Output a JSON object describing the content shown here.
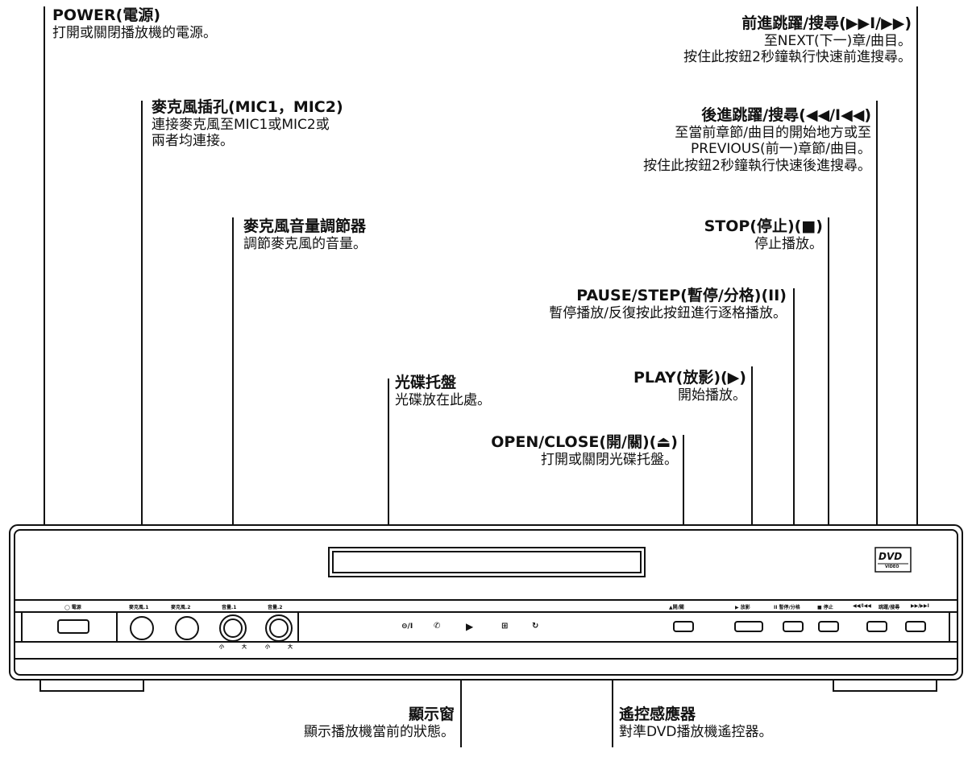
{
  "labels": {
    "power": {
      "title": "POWER(電源)",
      "desc": "打開或關閉播放機的電源。"
    },
    "mic_jack": {
      "title": "麥克風插孔(MIC1，MIC2)",
      "desc1": "連接麥克風至MIC1或MIC2或",
      "desc2": "兩者均連接。"
    },
    "mic_volume": {
      "title": "麥克風音量調節器",
      "desc": "調節麥克風的音量。"
    },
    "disc_tray": {
      "title": "光碟托盤",
      "desc": "光碟放在此處。"
    },
    "next": {
      "title": "前進跳躍/搜尋(▶▶I/▶▶)",
      "desc1": "至NEXT(下一)章/曲目。",
      "desc2": "按住此按鈕2秒鐘執行快速前進搜尋。"
    },
    "prev": {
      "title": "後進跳躍/搜尋(◀◀/I◀◀)",
      "desc1": "至當前章節/曲目的開始地方或至",
      "desc2": "PREVIOUS(前一)章節/曲目。",
      "desc3": "按住此按鈕2秒鐘執行快速後進搜尋。"
    },
    "stop": {
      "title": "STOP(停止)(■)",
      "desc": "停止播放。"
    },
    "pause": {
      "title": "PAUSE/STEP(暫停/分格)(II)",
      "desc": "暫停播放/反復按此按鈕進行逐格播放。"
    },
    "play": {
      "title": "PLAY(放影)(▶)",
      "desc": "開始播放。"
    },
    "open_close": {
      "title": "OPEN/CLOSE(開/關)(⏏)",
      "desc": "打開或關閉光碟托盤。"
    },
    "display": {
      "title": "顯示窗",
      "desc": "顯示播放機當前的狀態。"
    },
    "remote_sensor": {
      "title": "遙控感應器",
      "desc": "對準DVD播放機遙控器。"
    }
  },
  "device": {
    "logo_main": "DVD",
    "logo_sub": "VIDEO",
    "panel_labels": {
      "power": "◯ 電源",
      "mic1": "麥克風.1",
      "mic2": "麥克風.2",
      "vol1": "音量.1",
      "vol2": "音量.2",
      "open_close": "▲開/關",
      "play": "▶ 放影",
      "pause": "II 暫停/分格",
      "stop": "■ 停止",
      "prev": "◀◀/I◀◀",
      "search": "跳躍/搜尋",
      "next": "▶▶/▶▶I",
      "min1": "小",
      "max1": "大",
      "min2": "小",
      "max2": "大"
    },
    "display_icons": [
      "⊖/I",
      "✆",
      "▶",
      "⊞",
      "↻"
    ]
  }
}
